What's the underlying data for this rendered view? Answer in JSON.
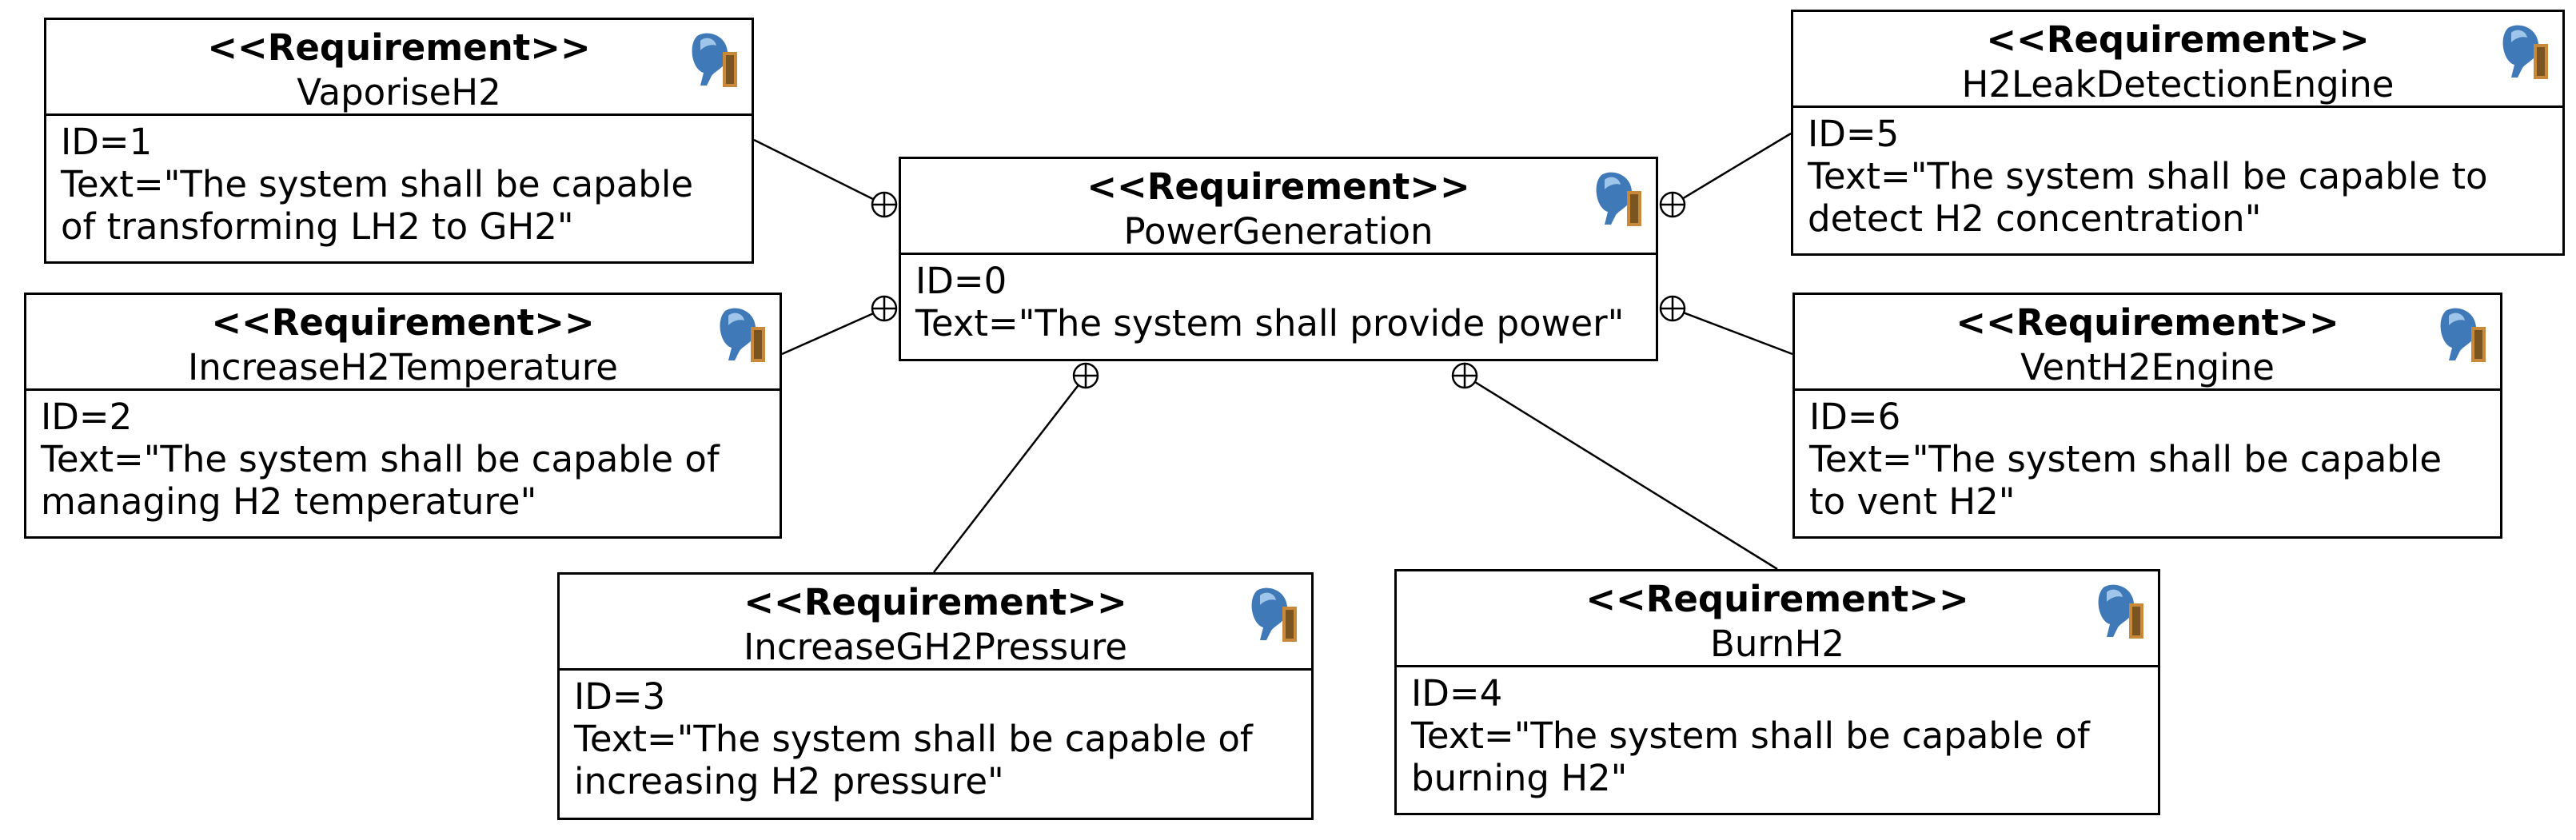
{
  "diagram": {
    "requirements": [
      {
        "key": "power",
        "stereotype": "<<Requirement>>",
        "name": "PowerGeneration",
        "id_text": "ID=0",
        "text_lines": [
          "Text=\"The system shall provide power\""
        ],
        "icon": "requirement-icon"
      },
      {
        "key": "vaporise",
        "stereotype": "<<Requirement>>",
        "name": "VaporiseH2",
        "id_text": "ID=1",
        "text_lines": [
          "Text=\"The system shall be capable",
          "of transforming LH2 to GH2\""
        ],
        "icon": "requirement-icon"
      },
      {
        "key": "temperature",
        "stereotype": "<<Requirement>>",
        "name": "IncreaseH2Temperature",
        "id_text": "ID=2",
        "text_lines": [
          "Text=\"The system shall be capable of",
          "managing H2 temperature\""
        ],
        "icon": "requirement-icon"
      },
      {
        "key": "pressure",
        "stereotype": "<<Requirement>>",
        "name": "IncreaseGH2Pressure",
        "id_text": "ID=3",
        "text_lines": [
          "Text=\"The system shall be capable of",
          "increasing H2 pressure\""
        ],
        "icon": "requirement-icon"
      },
      {
        "key": "burn",
        "stereotype": "<<Requirement>>",
        "name": "BurnH2",
        "id_text": "ID=4",
        "text_lines": [
          "Text=\"The system shall be capable of",
          "burning H2\""
        ],
        "icon": "requirement-icon"
      },
      {
        "key": "leak",
        "stereotype": "<<Requirement>>",
        "name": "H2LeakDetectionEngine",
        "id_text": "ID=5",
        "text_lines": [
          "Text=\"The system shall be capable to",
          "detect H2 concentration\""
        ],
        "icon": "requirement-icon"
      },
      {
        "key": "vent",
        "stereotype": "<<Requirement>>",
        "name": "VentH2Engine",
        "id_text": "ID=6",
        "text_lines": [
          "Text=\"The system shall be capable",
          "to vent H2\""
        ],
        "icon": "requirement-icon"
      }
    ],
    "containment_links": [
      {
        "parent": "power",
        "child": "vaporise"
      },
      {
        "parent": "power",
        "child": "temperature"
      },
      {
        "parent": "power",
        "child": "pressure"
      },
      {
        "parent": "power",
        "child": "burn"
      },
      {
        "parent": "power",
        "child": "leak"
      },
      {
        "parent": "power",
        "child": "vent"
      }
    ],
    "colors": {
      "border": "#000000",
      "background": "#ffffff",
      "icon_blue": "#3f79b8",
      "icon_orange": "#c88a3a"
    }
  }
}
